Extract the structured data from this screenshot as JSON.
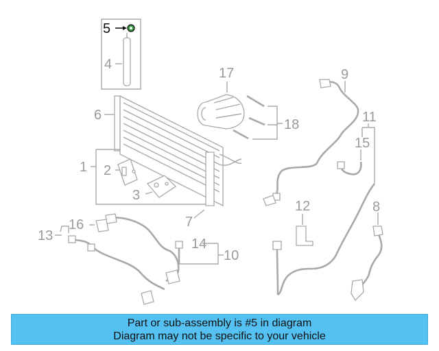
{
  "diagram": {
    "callouts": {
      "c1": "1",
      "c2": "2",
      "c3": "3",
      "c4": "4",
      "c5": "5",
      "c6": "6",
      "c7": "7",
      "c8": "8",
      "c9": "9",
      "c10": "10",
      "c11": "11",
      "c12": "12",
      "c13": "13",
      "c14": "14",
      "c15": "15",
      "c16": "16",
      "c17": "17",
      "c18": "18"
    },
    "highlighted_callout": "5"
  },
  "banner": {
    "line1": "Part or sub-assembly is #5 in diagram",
    "line2": "Diagram may not be specific to your vehicle",
    "color": "#55c1f2"
  }
}
